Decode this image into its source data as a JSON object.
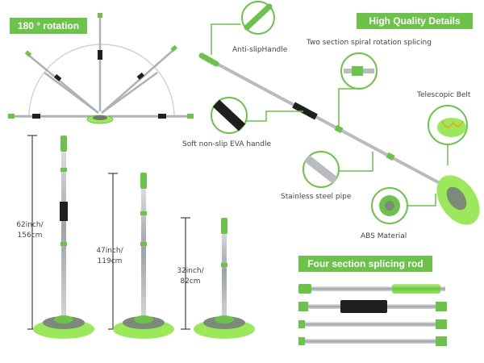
{
  "colors": {
    "accent": "#6cc24a",
    "accent_light": "#9be85a",
    "steel": "#b8bcc0",
    "black": "#1f1f1f",
    "gray_ring": "#7d8a7a",
    "text": "#444444"
  },
  "badges": {
    "rotation": "180 ° rotation",
    "quality": "High Quality Details",
    "splicing": "Four section splicing rod"
  },
  "callouts": {
    "anti_slip": "Anti-slipHandle",
    "spiral": "Two section spiral rotation splicing",
    "telescopic": "Telescopic Belt",
    "eva": "Soft non-slip  EVA handle",
    "steel": "Stainless steel  pipe",
    "abs": "ABS Material"
  },
  "sizes": [
    {
      "inch": "62inch/",
      "cm": "156cm"
    },
    {
      "inch": "47inch/",
      "cm": "119cm"
    },
    {
      "inch": "32inch/",
      "cm": "82cm"
    }
  ],
  "icons": [
    "mop-head-icon",
    "mop-pole-icon",
    "magnifier-callout-icon"
  ]
}
